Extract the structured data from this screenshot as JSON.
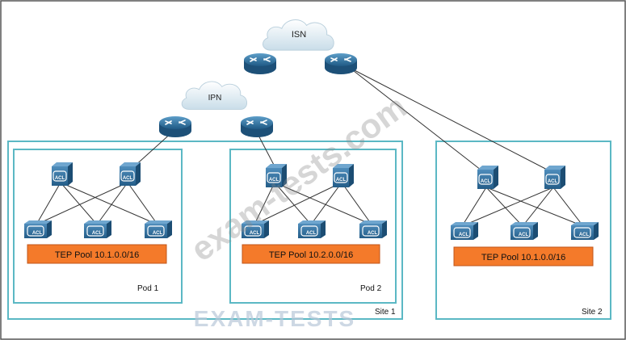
{
  "clouds": {
    "isn": "ISN",
    "ipn": "IPN"
  },
  "switch_label": "ACL",
  "tep_pools": {
    "pod1": "TEP Pool 10.1.0.0/16",
    "pod2": "TEP Pool 10.2.0.0/16",
    "site2": "TEP Pool 10.1.0.0/16"
  },
  "labels": {
    "pod1": "Pod 1",
    "pod2": "Pod 2",
    "site1": "Site 1",
    "site2": "Site 2"
  },
  "watermarks": {
    "diagonal": "exam-tests.com",
    "logo": "EXAM-TESTS"
  },
  "colors": {
    "site_border": "#5bb8c4",
    "tep_fill": "#f47a2a",
    "tep_border": "#c0551a",
    "device_blue": "#2f6e99",
    "link": "#333333"
  }
}
